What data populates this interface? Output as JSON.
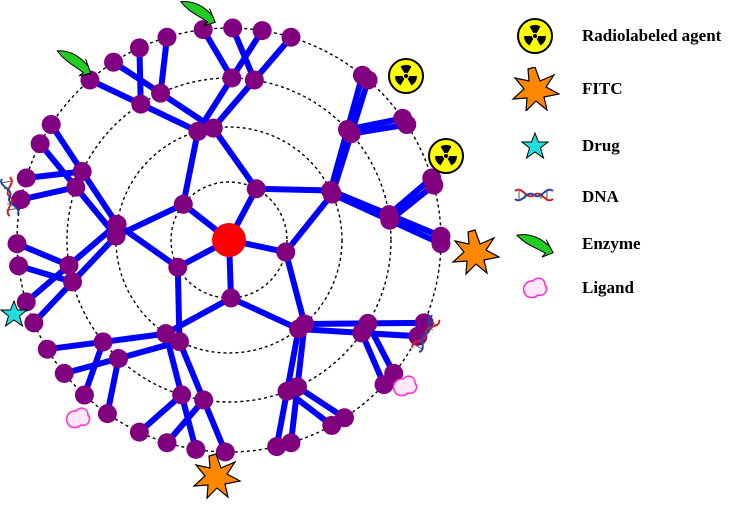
{
  "colors": {
    "core": "#ff0000",
    "branch": "#0000ff",
    "node": "#800080",
    "ring": "#000000",
    "radiolabel_fill": "#ffff00",
    "fitc_fill": "#ff8800",
    "drug_fill": "#22dddd",
    "enzyme_fill": "#22cc22",
    "ligand_stroke": "#ff33cc",
    "ligand_fill": "#ffe8f8",
    "dna_red": "#cc2222",
    "dna_blue": "#2244aa"
  },
  "legend": {
    "items": [
      {
        "key": "radiolabeled",
        "icon": "radioactive-icon",
        "label": "Radiolabeled agent"
      },
      {
        "key": "fitc",
        "icon": "starburst-icon",
        "label": "FITC"
      },
      {
        "key": "drug",
        "icon": "star-icon",
        "label": "Drug"
      },
      {
        "key": "dna",
        "icon": "dna-helix-icon",
        "label": "DNA"
      },
      {
        "key": "enzyme",
        "icon": "enzyme-icon",
        "label": "Enzyme"
      },
      {
        "key": "ligand",
        "icon": "ligand-blob-icon",
        "label": "Ligand"
      }
    ]
  },
  "dendrimer": {
    "generations": 4,
    "primary_branches": 5,
    "surface_attachments": [
      {
        "type": "enzyme",
        "icon": "enzyme-icon"
      },
      {
        "type": "enzyme",
        "icon": "enzyme-icon"
      },
      {
        "type": "radiolabeled",
        "icon": "radioactive-icon"
      },
      {
        "type": "radiolabeled",
        "icon": "radioactive-icon"
      },
      {
        "type": "fitc",
        "icon": "starburst-icon"
      },
      {
        "type": "dna",
        "icon": "dna-helix-icon"
      },
      {
        "type": "ligand",
        "icon": "ligand-blob-icon"
      },
      {
        "type": "fitc",
        "icon": "starburst-icon"
      },
      {
        "type": "ligand",
        "icon": "ligand-blob-icon"
      },
      {
        "type": "drug",
        "icon": "star-icon"
      },
      {
        "type": "dna",
        "icon": "dna-helix-icon"
      }
    ]
  }
}
